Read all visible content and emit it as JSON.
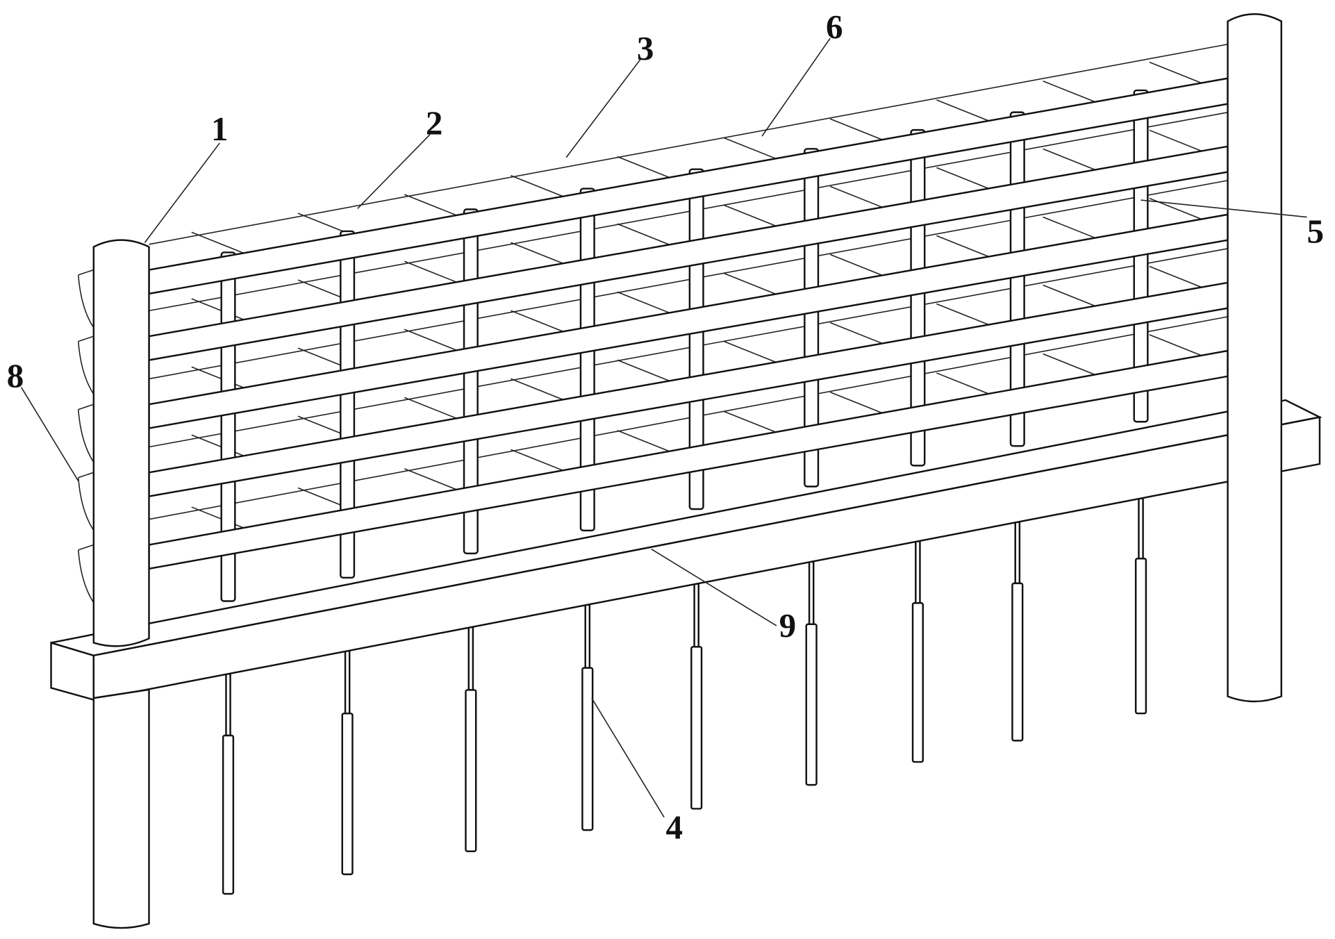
{
  "figure": {
    "type": "patent-drawing",
    "labels": [
      {
        "id": "label-1",
        "text": "1"
      },
      {
        "id": "label-2",
        "text": "2"
      },
      {
        "id": "label-3",
        "text": "3"
      },
      {
        "id": "label-6",
        "text": "6"
      },
      {
        "id": "label-5",
        "text": "5"
      },
      {
        "id": "label-8",
        "text": "8"
      },
      {
        "id": "label-9",
        "text": "9"
      },
      {
        "id": "label-4",
        "text": "4"
      }
    ],
    "rail_count": 5,
    "vertical_bar_count": 9,
    "pile_count": 9
  }
}
